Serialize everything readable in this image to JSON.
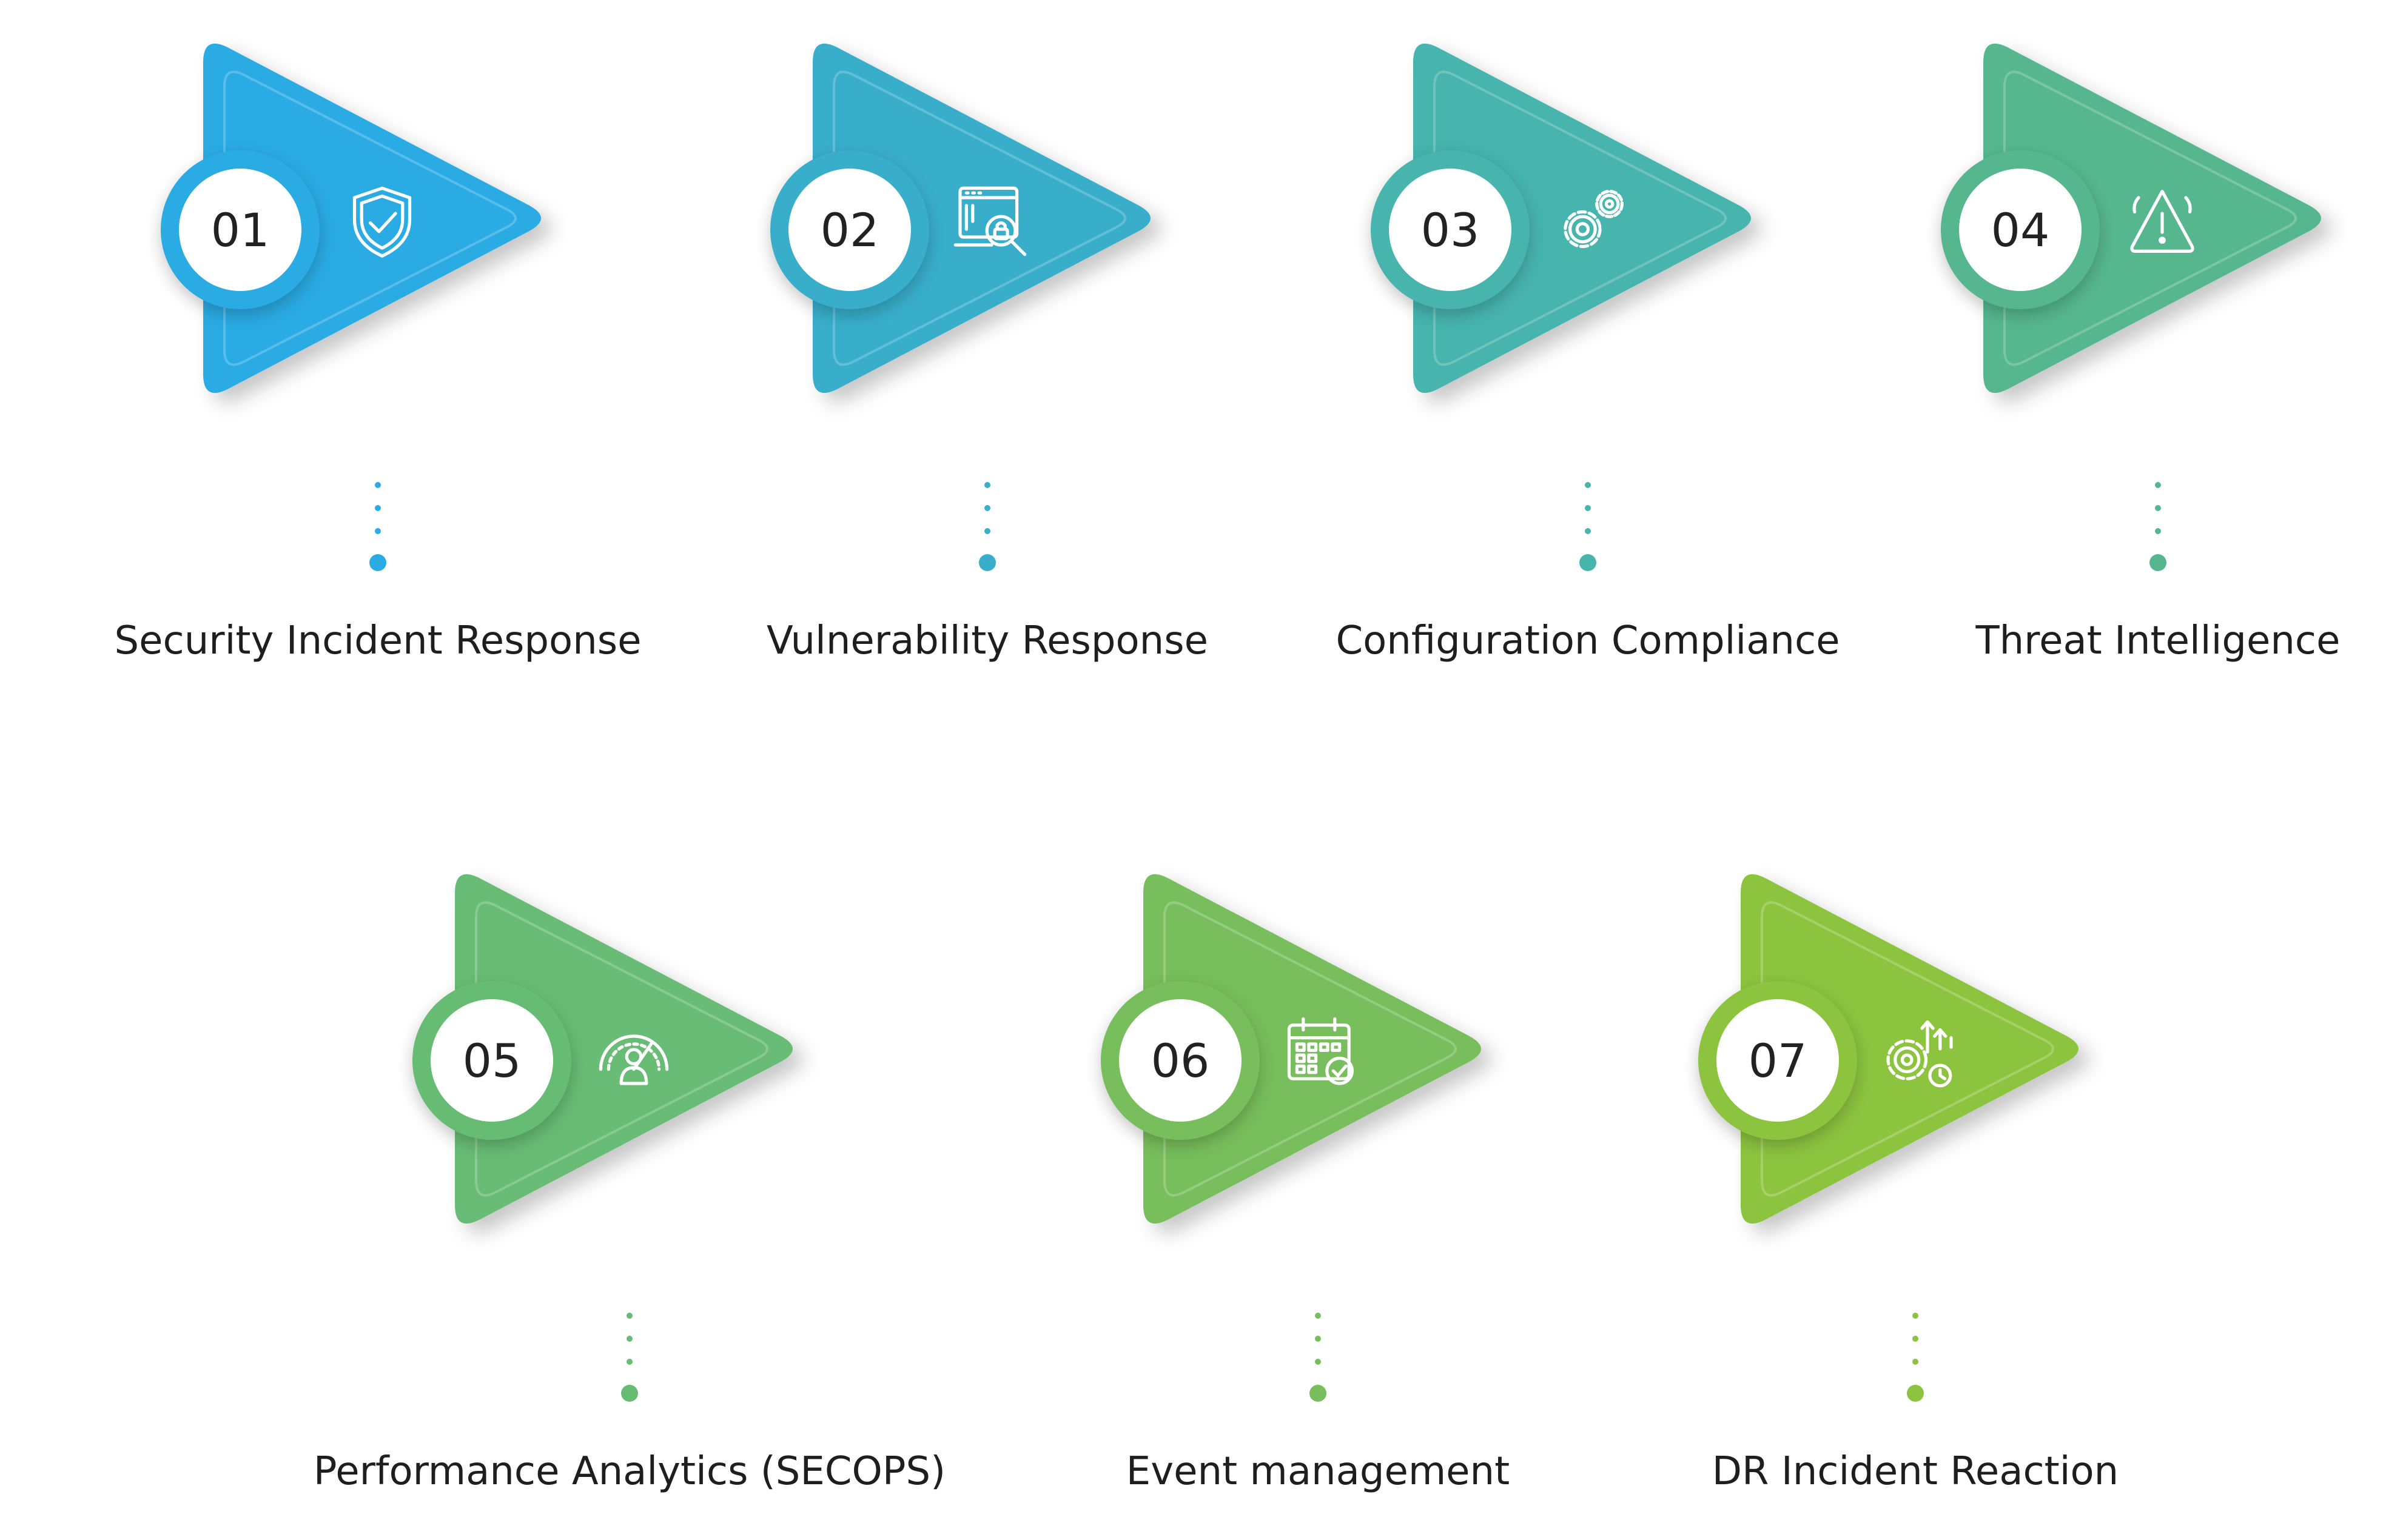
{
  "steps": [
    {
      "number": "01",
      "label": "Security Incident Response",
      "color": "#2AABE3",
      "icon": "shield-check-icon"
    },
    {
      "number": "02",
      "label": "Vulnerability Response",
      "color": "#38AECB",
      "icon": "web-lock-search-icon"
    },
    {
      "number": "03",
      "label": "Configuration Compliance",
      "color": "#47B4AE",
      "icon": "gears-icon"
    },
    {
      "number": "04",
      "label": "Threat Intelligence",
      "color": "#56B78F",
      "icon": "warning-triangle-icon"
    },
    {
      "number": "05",
      "label": "Performance Analytics (SECOPS)",
      "color": "#67BC74",
      "icon": "speedometer-user-icon"
    },
    {
      "number": "06",
      "label": "Event management",
      "color": "#78BE5C",
      "icon": "calendar-check-icon"
    },
    {
      "number": "07",
      "label": "DR Incident Reaction",
      "color": "#8CC440",
      "icon": "gear-target-arrows-icon"
    }
  ]
}
